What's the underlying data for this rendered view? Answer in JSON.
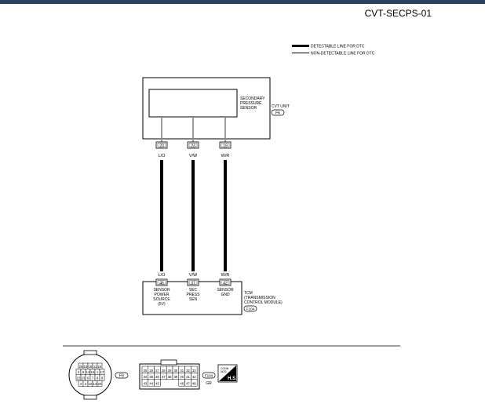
{
  "header": {
    "doc_code": "CVT-SECPS-01",
    "bar_color": "#2a3f5c"
  },
  "legend": {
    "detectable": "DETECTABLE LINE FOR DTC",
    "non_detectable": "NON-DETECTABLE LINE FOR DTC"
  },
  "cvt_unit": {
    "sensor_lines": [
      "SECONDARY",
      "PRESSURE",
      "SENSOR"
    ],
    "label": "CVT UNIT",
    "connector": "F6",
    "pins": [
      "20",
      "23",
      "19"
    ],
    "wire_colors": [
      "L/O",
      "V/W",
      "W/R"
    ]
  },
  "tcm": {
    "pins": [
      "46",
      "37",
      "42"
    ],
    "wire_colors": [
      "L/O",
      "V/W",
      "W/R"
    ],
    "pin_labels": [
      [
        "SENSOR",
        "POWER",
        "SOURCE",
        "(5V)"
      ],
      [
        "SEC",
        "PRESS",
        "SEN"
      ],
      [
        "SENSOR",
        "GND"
      ]
    ],
    "label_lines": [
      "TCM",
      "(TRANSMISSION",
      "CONTROL MODULE)"
    ],
    "connector": "F104"
  },
  "connectors": {
    "f6": {
      "id": "F6",
      "rows": [
        [
          "25",
          "19",
          "18",
          "11",
          "16"
        ],
        [
          "4",
          "5",
          "14",
          "15",
          "1",
          "17"
        ],
        [
          "22",
          "23",
          "6",
          "7",
          "8",
          "9"
        ],
        [
          "2",
          "3",
          "10",
          "13",
          "20"
        ]
      ]
    },
    "f104": {
      "id": "F104",
      "color": "GR",
      "rows": [
        [
          "25",
          "26",
          "27",
          "28",
          "29",
          "30",
          "31",
          "32",
          "33"
        ],
        [
          "34",
          "35",
          "36",
          "37",
          "38",
          "39",
          "40",
          "41",
          "42"
        ],
        [
          "43",
          "44",
          "45",
          "",
          "",
          "",
          "46",
          "47",
          "48"
        ]
      ]
    },
    "hs_badge": {
      "top": "CONN",
      "bottom": "NOS",
      "label": "H.S."
    }
  }
}
